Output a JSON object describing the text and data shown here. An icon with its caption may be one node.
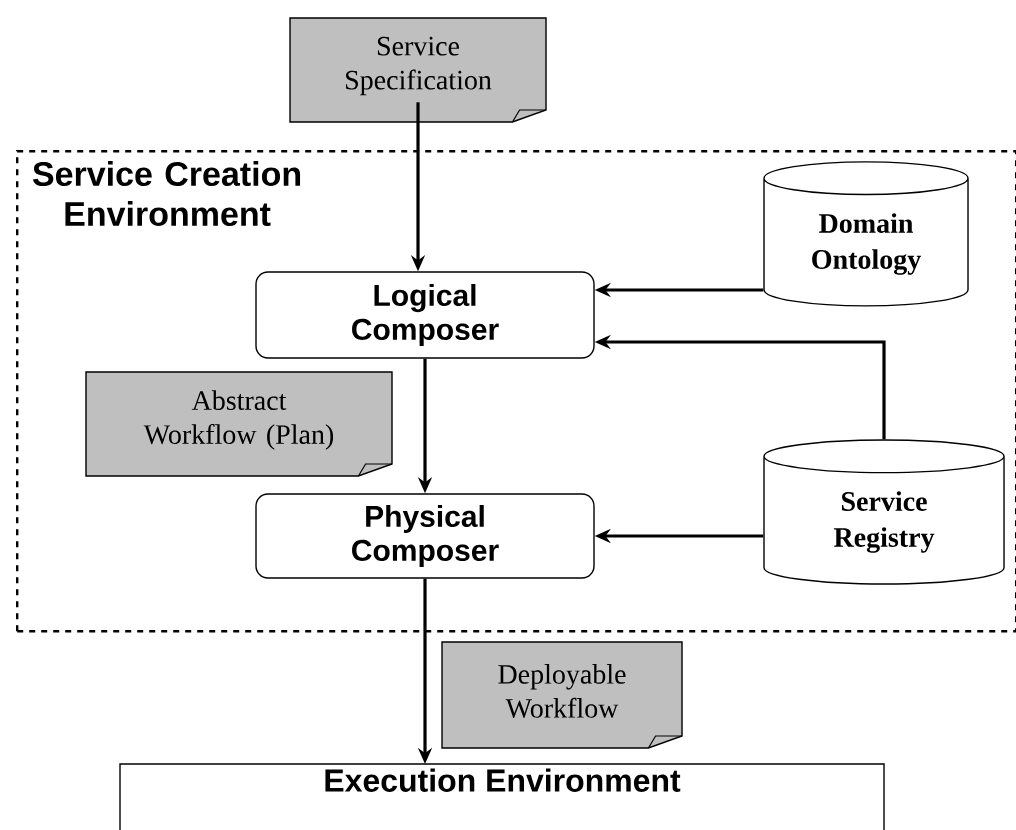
{
  "diagram": {
    "nodes": [
      {
        "text": [
          "Service Specification"
        ]
      },
      {
        "text": [
          "Service Creation Environment"
        ]
      },
      {
        "text": [
          "Logical Composer"
        ],
        "in": 1
      },
      {
        "text": [
          "Domain Ontology"
        ],
        "in": 1
      },
      {
        "text": [
          "Abstract Workflow (Plan)"
        ],
        "in": 1
      },
      {
        "text": [
          "Service Registry"
        ],
        "in": 1
      },
      {
        "text": [
          "Physical Composer"
        ],
        "in": 1
      },
      {
        "text": [
          "Deployable Workflow"
        ]
      },
      {
        "text": [
          "Execution Environment"
        ]
      }
    ],
    "edges": [
      {
        "from": 0,
        "to": 2,
        "arrow": "to"
      },
      {
        "from": 3,
        "to": 2,
        "arrow": "to"
      },
      {
        "from": 5,
        "to": 2,
        "arrow": "to"
      },
      {
        "from": 2,
        "to": 6,
        "arrow": "to"
      },
      {
        "from": 5,
        "to": 6,
        "arrow": "to"
      },
      {
        "from": 6,
        "to": 8,
        "arrow": "to"
      }
    ]
  }
}
